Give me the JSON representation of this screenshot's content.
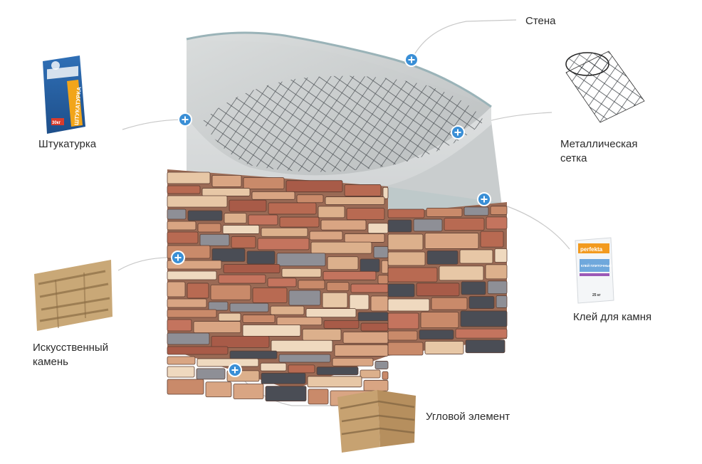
{
  "labels": {
    "wall": "Стена",
    "plaster": "Штукатурка",
    "metal_mesh_line1": "Металлическая",
    "metal_mesh_line2": "сетка",
    "stone_glue": "Клей для камня",
    "artificial_stone_line1": "Искусственный",
    "artificial_stone_line2": "камень",
    "corner_element": "Угловой элемент"
  },
  "products": {
    "plaster_bag_text": "ШТУКАТУРКА",
    "plaster_bag_weight": "30кг",
    "glue_bag_brand": "perfekta",
    "glue_bag_name": "КЛЕЙ ПЛИТОЧНЫЙ",
    "glue_bag_weight": "25 кг"
  },
  "icons": {
    "hotspot": "plus-circle-icon"
  },
  "colors": {
    "hotspot_fill": "#3a8fd6",
    "leader_line": "#c8c8c8",
    "text": "#2b2b2b"
  }
}
